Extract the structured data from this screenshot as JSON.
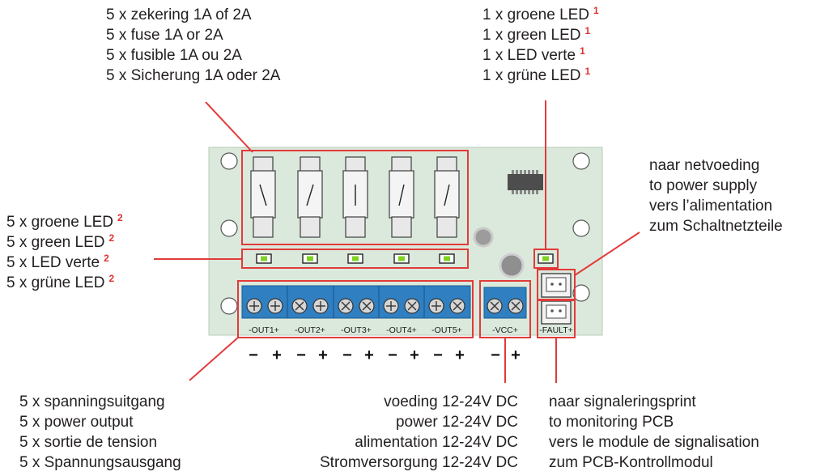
{
  "labels": {
    "fuse": [
      "5 x zekering 1A of 2A",
      "5 x fuse 1A or 2A",
      "5 x fusible 1A ou 2A",
      "5 x Sicherung 1A oder 2A"
    ],
    "green_led_single": [
      "1 x groene LED",
      "1 x green LED",
      "1 x LED verte",
      "1 x grüne LED"
    ],
    "green_led_single_note": "1",
    "green_led_multi": [
      "5 x groene LED",
      "5 x green LED",
      "5 x LED verte",
      "5 x grüne LED"
    ],
    "green_led_multi_note": "2",
    "power_supply": [
      "naar netvoeding",
      "to power supply",
      "vers l’alimentation",
      "zum Schaltnetzteile"
    ],
    "output": [
      "5 x spanningsuitgang",
      "5 x power output",
      "5 x sortie de tension",
      "5 x Spannungsausgang"
    ],
    "input": [
      "voeding 12-24V DC",
      "power 12-24V DC",
      "alimentation 12-24V DC",
      "Stromversorgung 12-24V DC"
    ],
    "monitoring": [
      "naar signaleringsprint",
      "to monitoring PCB",
      "vers le module de signalisation",
      "zum PCB-Kontrollmodul"
    ]
  },
  "board": {
    "terminals": [
      "-OUT1+",
      "-OUT2+",
      "-OUT3+",
      "-OUT4+",
      "-OUT5+",
      "-VCC+",
      "-FAULT+"
    ],
    "polarity": {
      "minus": "−",
      "plus": "+"
    }
  },
  "colors": {
    "pcb": "#dbe9dc",
    "highlight": "#e23a3a",
    "terminal": "#2f7fc1",
    "led": "#7ed321",
    "leader": "#e23a3a"
  }
}
